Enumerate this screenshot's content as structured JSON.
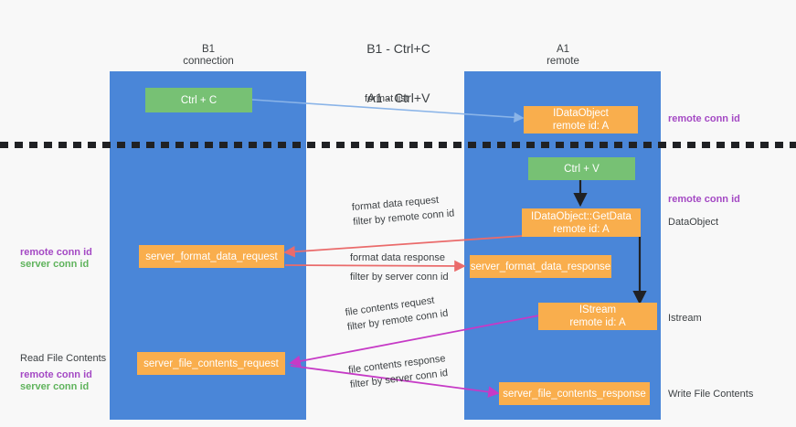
{
  "diagram": {
    "title_line1": "B1 - Ctrl+C",
    "title_line2": "A1 - Ctrl+V"
  },
  "columns": {
    "left": {
      "name": "B1",
      "role": "connection"
    },
    "right": {
      "name": "A1",
      "role": "remote"
    }
  },
  "boxes": {
    "ctrl_c": "Ctrl + C",
    "ctrl_v": "Ctrl + V",
    "data_object_l1": "IDataObject",
    "data_object_l2": "remote id: A",
    "get_data_l1": "IDataObject::GetData",
    "get_data_l2": "remote id: A",
    "istream_l1": "IStream",
    "istream_l2": "remote id: A",
    "server_format_data_request": "server_format_data_request",
    "server_format_data_response": "server_format_data_response",
    "server_file_contents_request": "server_file_contents_request",
    "server_file_contents_response": "server_file_contents_response"
  },
  "edge_labels": {
    "format_list": "format list",
    "format_data_request": "format data request",
    "format_data_request_filter_prefix": "filter by ",
    "format_data_request_filter_key": "remote conn id",
    "format_data_response": "format data response",
    "format_data_response_filter_prefix": "filter by ",
    "format_data_response_filter_key": "server conn id",
    "file_contents_request": "file contents request",
    "file_contents_request_filter_prefix": "filter by ",
    "file_contents_request_filter_key": "remote conn id",
    "file_contents_response": "file contents response",
    "file_contents_response_filter_prefix": "filter by ",
    "file_contents_response_filter_key": "server conn id"
  },
  "annotations": {
    "right_top_remote_conn_id": "remote conn id",
    "right_mid_remote_conn_id": "remote conn id",
    "right_dataobject": "DataObject",
    "right_istream": "Istream",
    "right_write_file_contents": "Write File Contents",
    "left_remote_conn_id": "remote conn id",
    "left_server_conn_id": "server conn id",
    "left_read_file_contents": "Read File Contents",
    "left_bottom_remote_conn_id": "remote conn id",
    "left_bottom_server_conn_id": "server conn id"
  },
  "colors": {
    "lane": "#4a86d8",
    "green_box": "#77c174",
    "orange_box": "#f9ae4d",
    "purple_text": "#a449c4",
    "green_text": "#5fb35c",
    "arrow_blue": "#8ab4e8",
    "arrow_red": "#ea6b6b",
    "arrow_magenta": "#c63ac6",
    "arrow_black": "#202124",
    "background": "#f8f8f8"
  }
}
